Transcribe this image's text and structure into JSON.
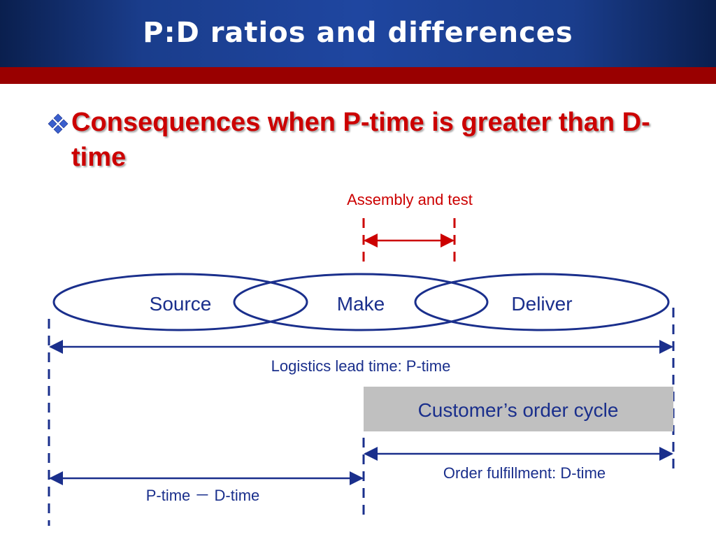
{
  "slide": {
    "title": "P:D ratios and differences",
    "heading": "Consequences when P-time is greater than D-time"
  },
  "diagram": {
    "ellipses": [
      "Source",
      "Make",
      "Deliver"
    ],
    "assembly_label": "Assembly and test",
    "logistics_label": "Logistics lead time: P-time",
    "order_cycle_label": "Customer’s order cycle",
    "fulfillment_label": "Order fulfillment: D-time",
    "difference_label": "P-time － D-time"
  },
  "colors": {
    "title_bar": "#1f46a0",
    "band": "#990000",
    "heading": "#cc0000",
    "diagram_lines": "#1a2f8c",
    "assembly": "#cc0000",
    "order_box": "#c0c0c0"
  }
}
